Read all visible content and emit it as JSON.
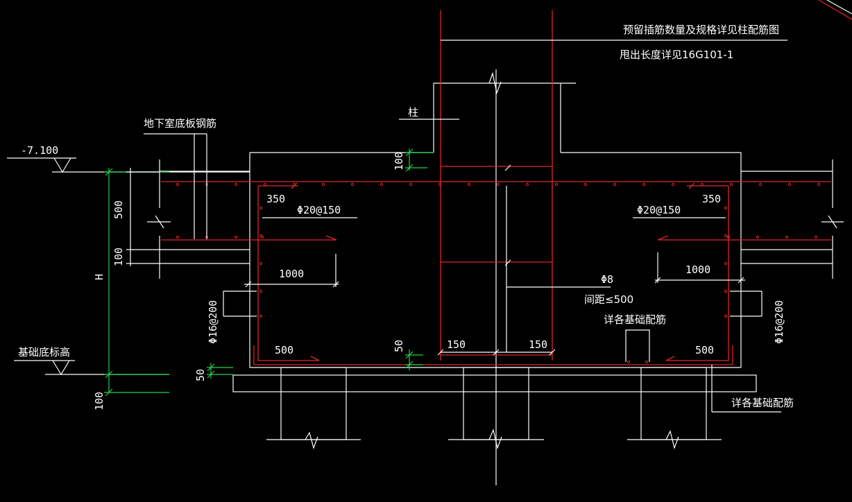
{
  "labels": {
    "note_reserved_bars": "预留插筋数量及规格详见柱配筋图",
    "note_extension": "甩出长度详见16G101-1",
    "column": "柱",
    "basement_slab_rebar": "地下室底板钢筋",
    "foundation_bottom_elev": "基础底标高",
    "detail_foundation_rebar_top": "详各基础配筋",
    "detail_foundation_rebar_right": "详各基础配筋",
    "stirrup_spacing": "间距≤500",
    "phi8": "Φ8",
    "rebar_top_left": "Φ20@150",
    "rebar_top_right": "Φ20@150",
    "side_rebar_left": "Φ16@200",
    "side_rebar_right": "Φ16@200"
  },
  "elevations": {
    "slab_top": "-7.100"
  },
  "dimensions": {
    "d100_top": "100",
    "d500": "500",
    "d100_mid": "100",
    "H": "H",
    "d50_bottom": "50",
    "d100_bottom": "100",
    "d350_left": "350",
    "d350_right": "350",
    "d1000_left": "1000",
    "d1000_right": "1000",
    "d500_left": "500",
    "d500_right": "500",
    "d50_inner": "50",
    "d150_left": "150",
    "d150_right": "150"
  },
  "colors": {
    "background": "#000000",
    "outline": "#ffffff",
    "rebar": "#e0262a",
    "dimension": "#22d24a"
  }
}
